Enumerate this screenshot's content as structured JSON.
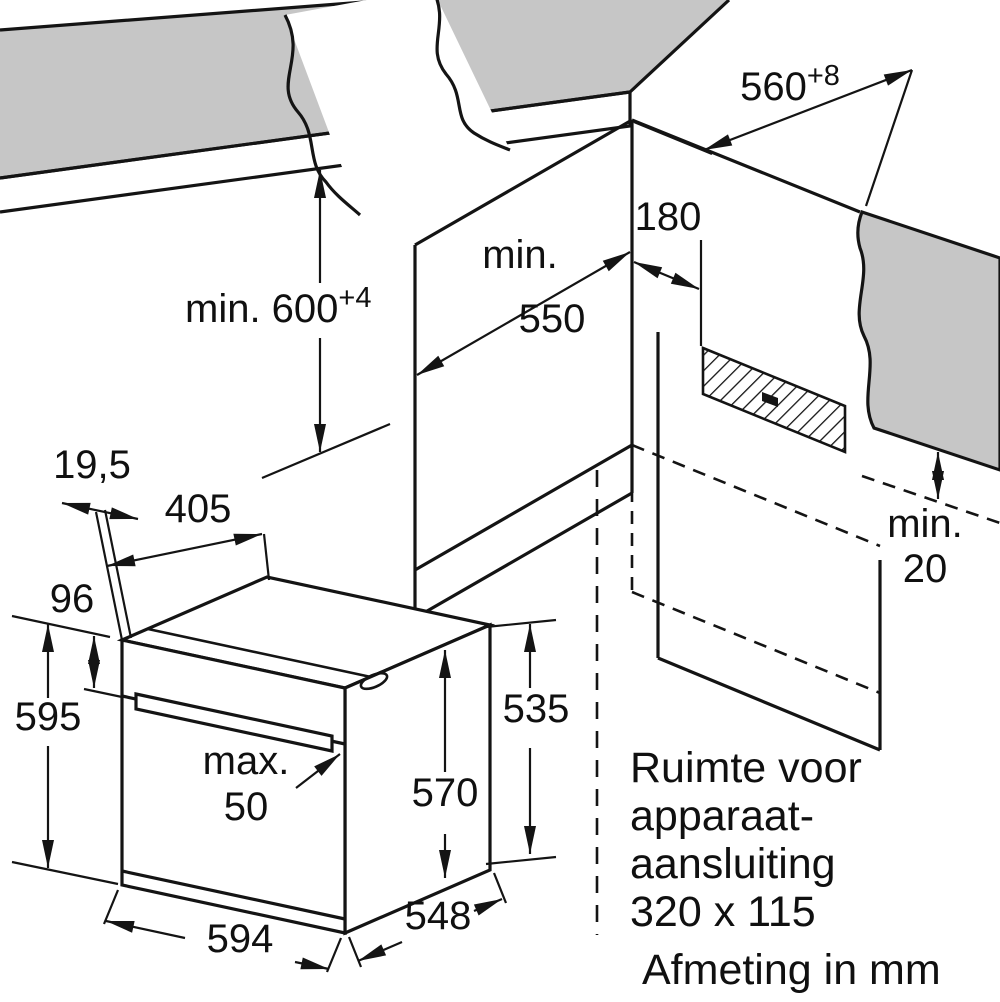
{
  "colors": {
    "counter": "#c6c6c6",
    "line": "#141414"
  },
  "dimensions": {
    "niche_width": {
      "value": "560",
      "tolerance": "+8"
    },
    "niche_height": {
      "value": "min. 600",
      "tolerance": "+4"
    },
    "niche_depth": {
      "word": "min.",
      "value": "550"
    },
    "connection_offset": {
      "value": "180"
    },
    "rear_gap": {
      "word": "min.",
      "value": "20"
    },
    "panel_protrusion": {
      "value": "19,5"
    },
    "top_depth": {
      "value": "405"
    },
    "panel_height": {
      "value": "96"
    },
    "oven_height": {
      "value": "595"
    },
    "handle_protrusion": {
      "word": "max.",
      "value": "50"
    },
    "side_height": {
      "value": "570"
    },
    "rear_height": {
      "value": "535"
    },
    "oven_width": {
      "value": "594"
    },
    "oven_depth": {
      "value": "548"
    }
  },
  "notes": {
    "connection_line1": "Ruimte voor",
    "connection_line2": "apparaat-",
    "connection_line3": "aansluiting",
    "connection_line4": "320 x 115",
    "units_caption": "Afmeting in mm"
  }
}
